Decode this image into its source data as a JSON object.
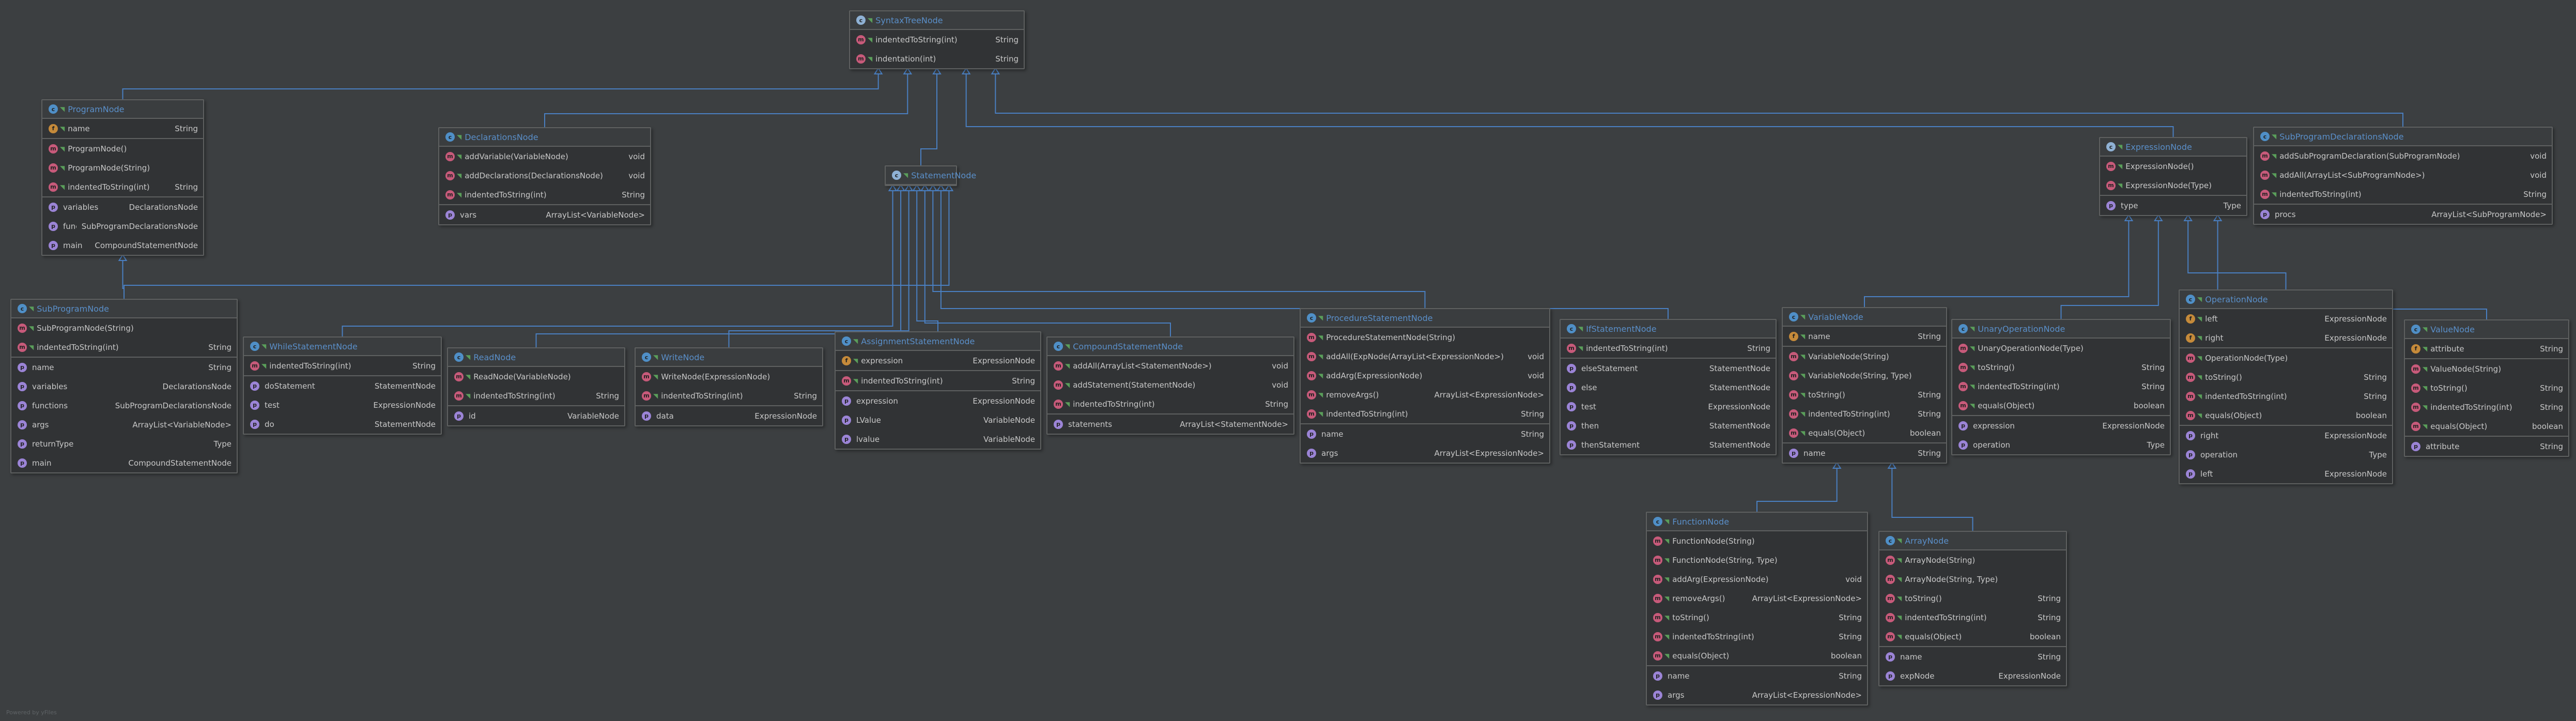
{
  "watermark": "Powered by yFiles",
  "classes": [
    {
      "id": "SyntaxTreeNode",
      "name": "SyntaxTreeNode",
      "kind": "abstract",
      "sections": [
        [
          {
            "k": "m",
            "n": "indentedToString(int)",
            "t": "String"
          },
          {
            "k": "m",
            "n": "indentation(int)",
            "t": "String"
          }
        ]
      ]
    },
    {
      "id": "ProgramNode",
      "name": "ProgramNode",
      "kind": "class",
      "sections": [
        [
          {
            "k": "f",
            "n": "name",
            "t": "String"
          }
        ],
        [
          {
            "k": "m",
            "n": "ProgramNode()",
            "t": ""
          },
          {
            "k": "m",
            "n": "ProgramNode(String)",
            "t": ""
          },
          {
            "k": "m",
            "n": "indentedToString(int)",
            "t": "String"
          }
        ],
        [
          {
            "k": "p",
            "n": "variables",
            "t": "DeclarationsNode"
          },
          {
            "k": "p",
            "n": "functions",
            "t": "SubProgramDeclarationsNode"
          },
          {
            "k": "p",
            "n": "main",
            "t": "CompoundStatementNode"
          }
        ]
      ]
    },
    {
      "id": "DeclarationsNode",
      "name": "DeclarationsNode",
      "kind": "class",
      "sections": [
        [
          {
            "k": "m",
            "n": "addVariable(VariableNode)",
            "t": "void"
          },
          {
            "k": "m",
            "n": "addDeclarations(DeclarationsNode)",
            "t": "void"
          },
          {
            "k": "m",
            "n": "indentedToString(int)",
            "t": "String"
          }
        ],
        [
          {
            "k": "p",
            "n": "vars",
            "t": "ArrayList<VariableNode>"
          }
        ]
      ]
    },
    {
      "id": "StatementNode",
      "name": "StatementNode",
      "kind": "abstract",
      "sections": []
    },
    {
      "id": "ExpressionNode",
      "name": "ExpressionNode",
      "kind": "abstract",
      "sections": [
        [
          {
            "k": "m",
            "n": "ExpressionNode()",
            "t": ""
          },
          {
            "k": "m",
            "n": "ExpressionNode(Type)",
            "t": ""
          }
        ],
        [
          {
            "k": "p",
            "n": "type",
            "t": "Type"
          }
        ]
      ]
    },
    {
      "id": "SubProgramDeclarationsNode",
      "name": "SubProgramDeclarationsNode",
      "kind": "class",
      "sections": [
        [
          {
            "k": "m",
            "n": "addSubProgramDeclaration(SubProgramNode)",
            "t": "void"
          },
          {
            "k": "m",
            "n": "addAll(ArrayList<SubProgramNode>)",
            "t": "void"
          },
          {
            "k": "m",
            "n": "indentedToString(int)",
            "t": "String"
          }
        ],
        [
          {
            "k": "p",
            "n": "procs",
            "t": "ArrayList<SubProgramNode>"
          }
        ]
      ]
    },
    {
      "id": "SubProgramNode",
      "name": "SubProgramNode",
      "kind": "class",
      "sections": [
        [
          {
            "k": "m",
            "n": "SubProgramNode(String)",
            "t": ""
          },
          {
            "k": "m",
            "n": "indentedToString(int)",
            "t": "String"
          }
        ],
        [
          {
            "k": "p",
            "n": "name",
            "t": "String"
          },
          {
            "k": "p",
            "n": "variables",
            "t": "DeclarationsNode"
          },
          {
            "k": "p",
            "n": "functions",
            "t": "SubProgramDeclarationsNode"
          },
          {
            "k": "p",
            "n": "args",
            "t": "ArrayList<VariableNode>"
          },
          {
            "k": "p",
            "n": "returnType",
            "t": "Type"
          },
          {
            "k": "p",
            "n": "main",
            "t": "CompoundStatementNode"
          }
        ]
      ]
    },
    {
      "id": "WhileStatementNode",
      "name": "WhileStatementNode",
      "kind": "class",
      "sections": [
        [
          {
            "k": "m",
            "n": "indentedToString(int)",
            "t": "String"
          }
        ],
        [
          {
            "k": "p",
            "n": "doStatement",
            "t": "StatementNode"
          },
          {
            "k": "p",
            "n": "test",
            "t": "ExpressionNode"
          },
          {
            "k": "p",
            "n": "do",
            "t": "StatementNode"
          }
        ]
      ]
    },
    {
      "id": "ReadNode",
      "name": "ReadNode",
      "kind": "class",
      "sections": [
        [
          {
            "k": "m",
            "n": "ReadNode(VariableNode)",
            "t": ""
          },
          {
            "k": "m",
            "n": "indentedToString(int)",
            "t": "String"
          }
        ],
        [
          {
            "k": "p",
            "n": "id",
            "t": "VariableNode"
          }
        ]
      ]
    },
    {
      "id": "WriteNode",
      "name": "WriteNode",
      "kind": "class",
      "sections": [
        [
          {
            "k": "m",
            "n": "WriteNode(ExpressionNode)",
            "t": ""
          },
          {
            "k": "m",
            "n": "indentedToString(int)",
            "t": "String"
          }
        ],
        [
          {
            "k": "p",
            "n": "data",
            "t": "ExpressionNode"
          }
        ]
      ]
    },
    {
      "id": "AssignmentStatementNode",
      "name": "AssignmentStatementNode",
      "kind": "class",
      "sections": [
        [
          {
            "k": "f",
            "n": "expression",
            "t": "ExpressionNode"
          }
        ],
        [
          {
            "k": "m",
            "n": "indentedToString(int)",
            "t": "String"
          }
        ],
        [
          {
            "k": "p",
            "n": "expression",
            "t": "ExpressionNode"
          },
          {
            "k": "p",
            "n": "LValue",
            "t": "VariableNode"
          },
          {
            "k": "p",
            "n": "lvalue",
            "t": "VariableNode"
          }
        ]
      ]
    },
    {
      "id": "CompoundStatementNode",
      "name": "CompoundStatementNode",
      "kind": "class",
      "sections": [
        [
          {
            "k": "m",
            "n": "addAll(ArrayList<StatementNode>)",
            "t": "void"
          },
          {
            "k": "m",
            "n": "addStatement(StatementNode)",
            "t": "void"
          },
          {
            "k": "m",
            "n": "indentedToString(int)",
            "t": "String"
          }
        ],
        [
          {
            "k": "p",
            "n": "statements",
            "t": "ArrayList<StatementNode>"
          }
        ]
      ]
    },
    {
      "id": "ProcedureStatementNode",
      "name": "ProcedureStatementNode",
      "kind": "class",
      "sections": [
        [
          {
            "k": "m",
            "n": "ProcedureStatementNode(String)",
            "t": ""
          },
          {
            "k": "m",
            "n": "addAll(ExpNode(ArrayList<ExpressionNode>)",
            "t": "void"
          },
          {
            "k": "m",
            "n": "addArg(ExpressionNode)",
            "t": "void"
          },
          {
            "k": "m",
            "n": "removeArgs()",
            "t": "ArrayList<ExpressionNode>"
          },
          {
            "k": "m",
            "n": "indentedToString(int)",
            "t": "String"
          }
        ],
        [
          {
            "k": "p",
            "n": "name",
            "t": "String"
          },
          {
            "k": "p",
            "n": "args",
            "t": "ArrayList<ExpressionNode>"
          }
        ]
      ]
    },
    {
      "id": "IfStatementNode",
      "name": "IfStatementNode",
      "kind": "class",
      "sections": [
        [
          {
            "k": "m",
            "n": "indentedToString(int)",
            "t": "String"
          }
        ],
        [
          {
            "k": "p",
            "n": "elseStatement",
            "t": "StatementNode"
          },
          {
            "k": "p",
            "n": "else",
            "t": "StatementNode"
          },
          {
            "k": "p",
            "n": "test",
            "t": "ExpressionNode"
          },
          {
            "k": "p",
            "n": "then",
            "t": "StatementNode"
          },
          {
            "k": "p",
            "n": "thenStatement",
            "t": "StatementNode"
          }
        ]
      ]
    },
    {
      "id": "VariableNode",
      "name": "VariableNode",
      "kind": "class",
      "sections": [
        [
          {
            "k": "f",
            "n": "name",
            "t": "String"
          }
        ],
        [
          {
            "k": "m",
            "n": "VariableNode(String)",
            "t": ""
          },
          {
            "k": "m",
            "n": "VariableNode(String, Type)",
            "t": ""
          },
          {
            "k": "m",
            "n": "toString()",
            "t": "String"
          },
          {
            "k": "m",
            "n": "indentedToString(int)",
            "t": "String"
          },
          {
            "k": "m",
            "n": "equals(Object)",
            "t": "boolean"
          }
        ],
        [
          {
            "k": "p",
            "n": "name",
            "t": "String"
          }
        ]
      ]
    },
    {
      "id": "UnaryOperationNode",
      "name": "UnaryOperationNode",
      "kind": "class",
      "sections": [
        [
          {
            "k": "m",
            "n": "UnaryOperationNode(Type)",
            "t": ""
          },
          {
            "k": "m",
            "n": "toString()",
            "t": "String"
          },
          {
            "k": "m",
            "n": "indentedToString(int)",
            "t": "String"
          },
          {
            "k": "m",
            "n": "equals(Object)",
            "t": "boolean"
          }
        ],
        [
          {
            "k": "p",
            "n": "expression",
            "t": "ExpressionNode"
          },
          {
            "k": "p",
            "n": "operation",
            "t": "Type"
          }
        ]
      ]
    },
    {
      "id": "OperationNode",
      "name": "OperationNode",
      "kind": "class",
      "sections": [
        [
          {
            "k": "f",
            "n": "left",
            "t": "ExpressionNode"
          },
          {
            "k": "f",
            "n": "right",
            "t": "ExpressionNode"
          }
        ],
        [
          {
            "k": "m",
            "n": "OperationNode(Type)",
            "t": ""
          },
          {
            "k": "m",
            "n": "toString()",
            "t": "String"
          },
          {
            "k": "m",
            "n": "indentedToString(int)",
            "t": "String"
          },
          {
            "k": "m",
            "n": "equals(Object)",
            "t": "boolean"
          }
        ],
        [
          {
            "k": "p",
            "n": "right",
            "t": "ExpressionNode"
          },
          {
            "k": "p",
            "n": "operation",
            "t": "Type"
          },
          {
            "k": "p",
            "n": "left",
            "t": "ExpressionNode"
          }
        ]
      ]
    },
    {
      "id": "ValueNode",
      "name": "ValueNode",
      "kind": "class",
      "sections": [
        [
          {
            "k": "f",
            "n": "attribute",
            "t": "String"
          }
        ],
        [
          {
            "k": "m",
            "n": "ValueNode(String)",
            "t": ""
          },
          {
            "k": "m",
            "n": "toString()",
            "t": "String"
          },
          {
            "k": "m",
            "n": "indentedToString(int)",
            "t": "String"
          },
          {
            "k": "m",
            "n": "equals(Object)",
            "t": "boolean"
          }
        ],
        [
          {
            "k": "p",
            "n": "attribute",
            "t": "String"
          }
        ]
      ]
    },
    {
      "id": "FunctionNode",
      "name": "FunctionNode",
      "kind": "class",
      "sections": [
        [
          {
            "k": "m",
            "n": "FunctionNode(String)",
            "t": ""
          },
          {
            "k": "m",
            "n": "FunctionNode(String, Type)",
            "t": ""
          },
          {
            "k": "m",
            "n": "addArg(ExpressionNode)",
            "t": "void"
          },
          {
            "k": "m",
            "n": "removeArgs()",
            "t": "ArrayList<ExpressionNode>"
          },
          {
            "k": "m",
            "n": "toString()",
            "t": "String"
          },
          {
            "k": "m",
            "n": "indentedToString(int)",
            "t": "String"
          },
          {
            "k": "m",
            "n": "equals(Object)",
            "t": "boolean"
          }
        ],
        [
          {
            "k": "p",
            "n": "name",
            "t": "String"
          },
          {
            "k": "p",
            "n": "args",
            "t": "ArrayList<ExpressionNode>"
          }
        ]
      ]
    },
    {
      "id": "ArrayNode",
      "name": "ArrayNode",
      "kind": "class",
      "sections": [
        [
          {
            "k": "m",
            "n": "ArrayNode(String)",
            "t": ""
          },
          {
            "k": "m",
            "n": "ArrayNode(String, Type)",
            "t": ""
          },
          {
            "k": "m",
            "n": "toString()",
            "t": "String"
          },
          {
            "k": "m",
            "n": "indentedToString(int)",
            "t": "String"
          },
          {
            "k": "m",
            "n": "equals(Object)",
            "t": "boolean"
          }
        ],
        [
          {
            "k": "p",
            "n": "name",
            "t": "String"
          },
          {
            "k": "p",
            "n": "expNode",
            "t": "ExpressionNode"
          }
        ]
      ]
    }
  ],
  "inheritance": [
    [
      "ProgramNode",
      "SyntaxTreeNode"
    ],
    [
      "DeclarationsNode",
      "SyntaxTreeNode"
    ],
    [
      "StatementNode",
      "SyntaxTreeNode"
    ],
    [
      "ExpressionNode",
      "SyntaxTreeNode"
    ],
    [
      "SubProgramDeclarationsNode",
      "SyntaxTreeNode"
    ],
    [
      "SubProgramNode",
      "ProgramNode"
    ],
    [
      "WhileStatementNode",
      "StatementNode"
    ],
    [
      "ReadNode",
      "StatementNode"
    ],
    [
      "WriteNode",
      "StatementNode"
    ],
    [
      "AssignmentStatementNode",
      "StatementNode"
    ],
    [
      "CompoundStatementNode",
      "StatementNode"
    ],
    [
      "ProcedureStatementNode",
      "StatementNode"
    ],
    [
      "IfStatementNode",
      "StatementNode"
    ],
    [
      "SubProgramNode",
      "StatementNode"
    ],
    [
      "VariableNode",
      "ExpressionNode"
    ],
    [
      "UnaryOperationNode",
      "ExpressionNode"
    ],
    [
      "OperationNode",
      "ExpressionNode"
    ],
    [
      "ValueNode",
      "ExpressionNode"
    ],
    [
      "FunctionNode",
      "VariableNode"
    ],
    [
      "ArrayNode",
      "VariableNode"
    ]
  ],
  "colors": {
    "edge": "#4a7fc1",
    "class_name": "#5a8fc9",
    "method_badge": "#c75a7a",
    "field_badge": "#c58a3a",
    "property_badge": "#9b84d6"
  }
}
